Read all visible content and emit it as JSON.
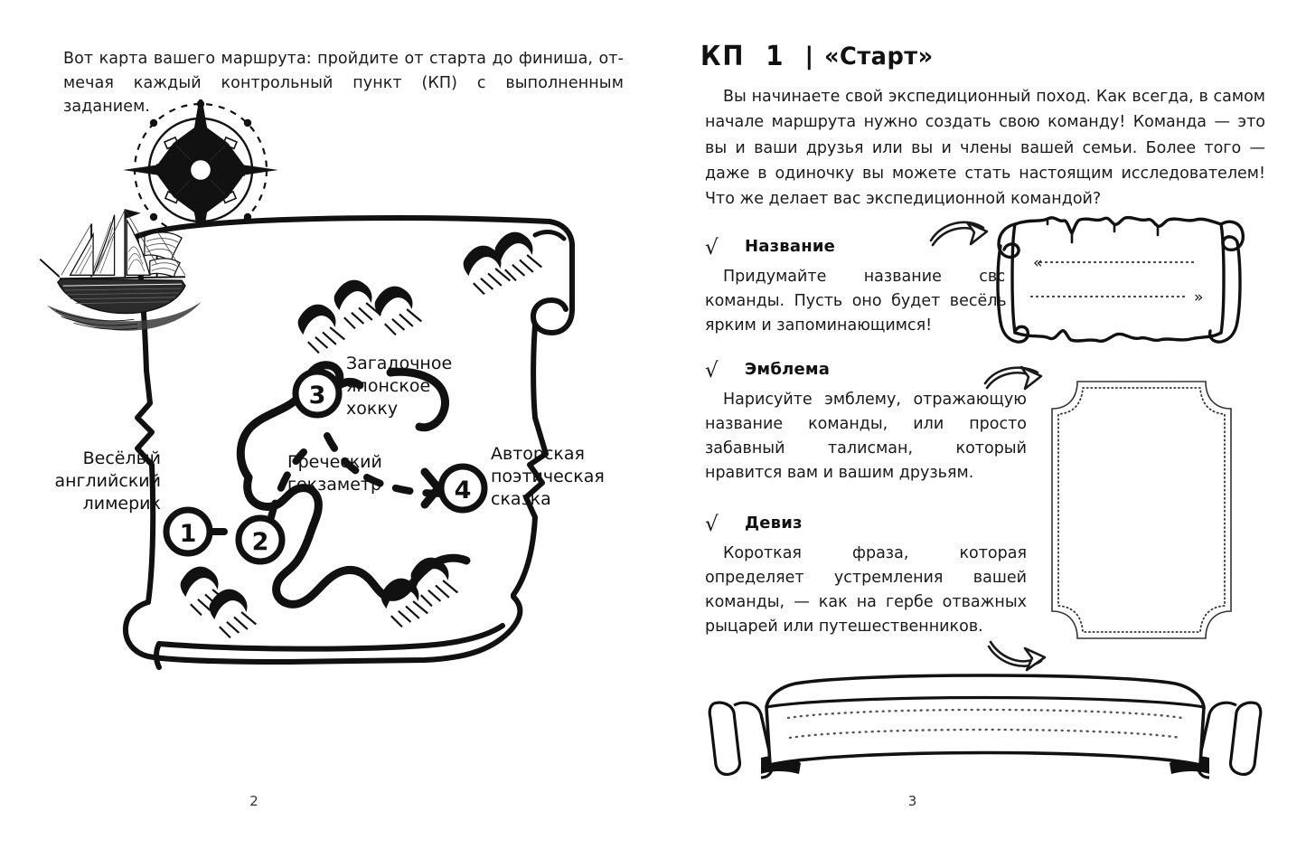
{
  "spread": {
    "left_page_number": "2",
    "right_page_number": "3"
  },
  "left_page": {
    "intro_line1": "Вот карта вашего маршрута: пройдите от старта до финиша, от-",
    "intro_line2": "мечая каждый контрольный пункт (КП) с выполненным заданием.",
    "map": {
      "title_alt": "Карта маршрута — свиток",
      "compass_alt": "compass-rose",
      "ship_alt": "sailing-ship",
      "points": [
        {
          "number": "1",
          "label_lines": [
            "Весёлый",
            "английский",
            "лимерик"
          ]
        },
        {
          "number": "2",
          "label_lines": [
            "Греческий",
            "гекзаметр"
          ]
        },
        {
          "number": "3",
          "label_lines": [
            "Загадочное",
            "японское",
            "хокку"
          ]
        },
        {
          "number": "4",
          "label_lines": [
            "Авторская",
            "поэтическая",
            "сказка"
          ]
        }
      ]
    }
  },
  "right_page": {
    "header": {
      "kp": "КП",
      "number": "1",
      "separator": "|",
      "name": "«Старт»"
    },
    "intro": "Вы начинаете свой экспедиционный поход. Как всегда, в самом начале маршрута нужно создать свою команду! Команда — это вы и ваши друзья или вы и члены вашей семьи. Более того — даже в одиночку вы можете стать настоящим исследователем! Что же делает вас экспедиционной командой?",
    "checkmark": "√",
    "sections": [
      {
        "title": "Название",
        "body": "Придумайте название своей команды. Пусть оно будет весёлым, ярким и запоминающимся!",
        "field": "scroll-parchment",
        "quote_open": "«",
        "quote_close": "»"
      },
      {
        "title": "Эмблема",
        "body": "Нарисуйте эмблему, отражающую название команды, или просто забавный талисман, который нравится вам и вашим друзьям.",
        "field": "emblem-frame"
      },
      {
        "title": "Девиз",
        "body": "Короткая фраза, которая определяет устремления вашей команды, — как на гербе отважных рыцарей или путешественников.",
        "field": "ribbon-banner"
      }
    ]
  },
  "colors": {
    "ink": "#1a1a1a",
    "line": "#111111",
    "paper": "#ffffff",
    "dotted": "#555555"
  }
}
